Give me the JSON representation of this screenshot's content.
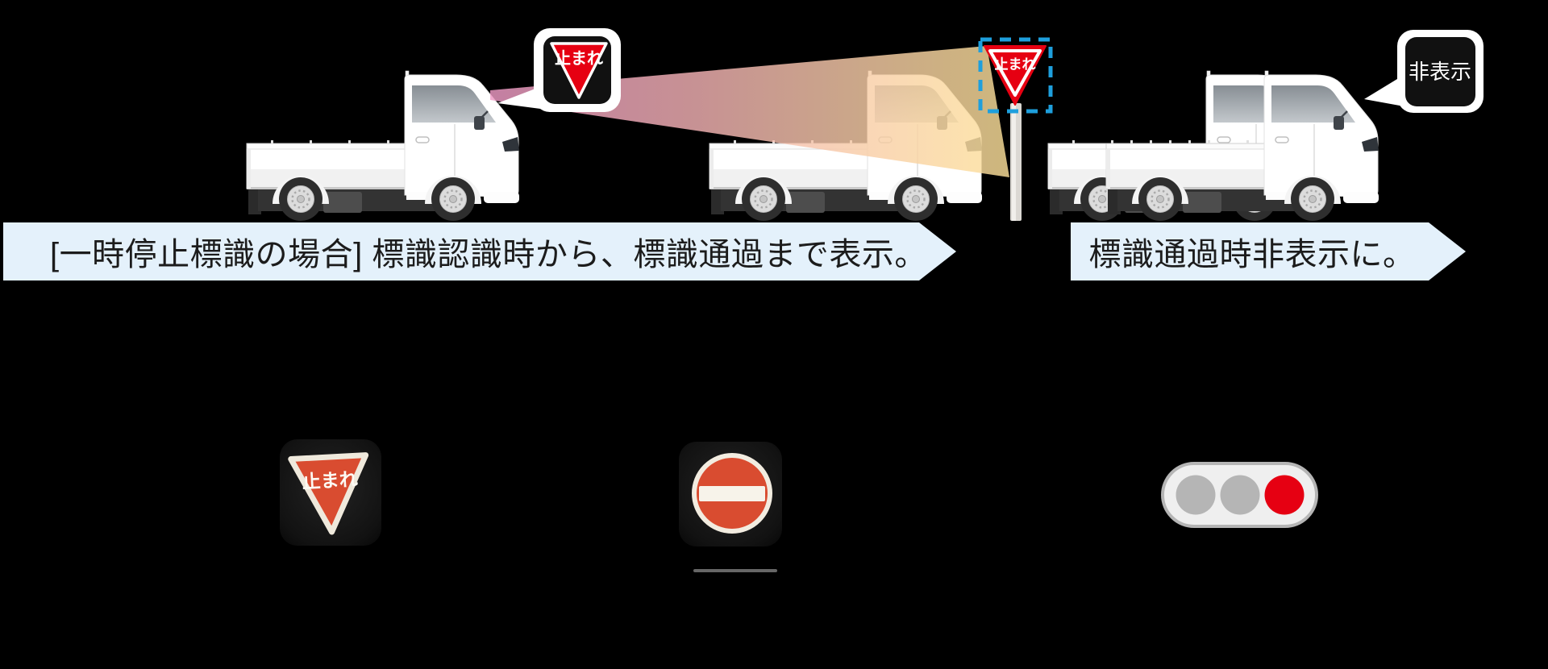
{
  "labels": {
    "stop": "止まれ",
    "hidden": "非表示"
  },
  "banners": {
    "case_stop_sign": "[一時停止標識の場合] 標識認識時から、標識通過まで表示。",
    "passing_sign": "標識通過時非表示に。"
  },
  "colors": {
    "background": "#000000",
    "banner_bg": "#e4f1fb",
    "banner_text": "#1c1c1c",
    "detection_box_blue": "#1e9fdd",
    "sign_red": "#e60012",
    "patch_red": "#d94c30",
    "beam_pink": "#ef9bc6",
    "beam_yellow": "#fce099",
    "traffic_light_red": "#e60012",
    "traffic_light_off": "#b5b5b5",
    "truck_body": "#ffffff",
    "pole_gray": "#dbd8d3"
  },
  "icons": {
    "display_popup_stop": "stop-sign-bubble",
    "display_popup_hidden": "hidden-bubble",
    "roadside_sign": "stop-sign-on-pole",
    "camera_beam": "detection-beam",
    "bottom_left": "stop-sign-photo-patch",
    "bottom_middle": "no-entry-sign-photo-patch",
    "bottom_right": "traffic-light-red"
  },
  "traffic_light": {
    "lights": [
      "off",
      "off",
      "red"
    ]
  }
}
